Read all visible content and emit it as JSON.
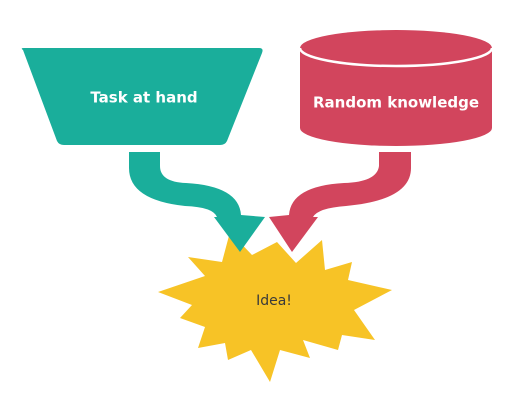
{
  "nodes": {
    "task": {
      "label": "Task at hand"
    },
    "knowledge": {
      "label": "Random knowledge"
    },
    "idea": {
      "label": "Idea!"
    }
  },
  "colors": {
    "task": "#1aae9b",
    "knowledge": "#d2455d",
    "idea": "#f7c326",
    "background": "#ffffff"
  }
}
